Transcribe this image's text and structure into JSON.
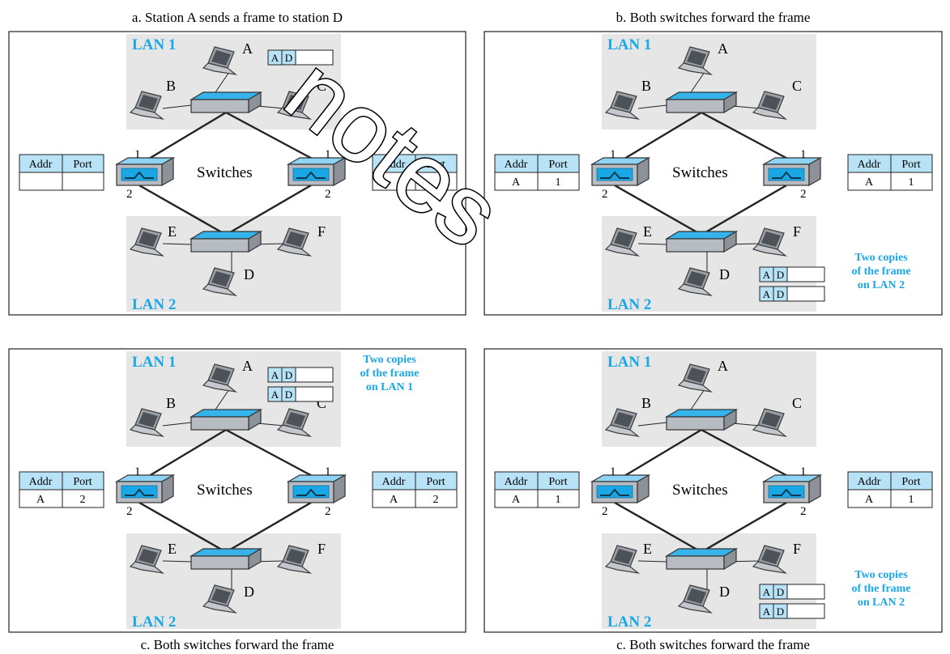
{
  "colors": {
    "lan_background": "#e6e6e6",
    "accent_blue": "#1aa7e6",
    "table_header": "#b8e3f7",
    "switch_body": "#b7bcc2",
    "switch_top": "#35b3ea",
    "panel_border": "#222222"
  },
  "watermark_text": "notes",
  "table_headers": {
    "addr": "Addr",
    "port": "Port"
  },
  "switches_label": "Switches",
  "frame_fields": {
    "src": "A",
    "dst": "D"
  },
  "panels": [
    {
      "id": "a",
      "title": "a. Station A sends a frame to station D",
      "caption": "",
      "lan1_label": "LAN 1",
      "lan2_label": "LAN 2",
      "stations": {
        "A": "A",
        "B": "B",
        "C": "C",
        "D": "D",
        "E": "E",
        "F": "F"
      },
      "left_switch_ports": {
        "upper": "1",
        "lower": "2"
      },
      "right_switch_ports": {
        "upper": "1",
        "lower": "2"
      },
      "left_table": {
        "addr": "",
        "port": ""
      },
      "right_table": {
        "addr": "",
        "port": ""
      },
      "frames_on": "lan1",
      "frame_count": 1,
      "note_lines": []
    },
    {
      "id": "b",
      "title": "b. Both switches forward the frame",
      "caption": "",
      "lan1_label": "LAN 1",
      "lan2_label": "LAN 2",
      "stations": {
        "A": "A",
        "B": "B",
        "C": "C",
        "D": "D",
        "E": "E",
        "F": "F"
      },
      "left_switch_ports": {
        "upper": "1",
        "lower": "2"
      },
      "right_switch_ports": {
        "upper": "1",
        "lower": "2"
      },
      "left_table": {
        "addr": "A",
        "port": "1"
      },
      "right_table": {
        "addr": "A",
        "port": "1"
      },
      "frames_on": "lan2",
      "frame_count": 2,
      "note_lines": [
        "Two copies",
        "of the frame",
        "on LAN 2"
      ]
    },
    {
      "id": "c",
      "title": "",
      "caption": "c. Both switches forward the frame",
      "lan1_label": "LAN 1",
      "lan2_label": "LAN 2",
      "stations": {
        "A": "A",
        "B": "B",
        "C": "C",
        "D": "D",
        "E": "E",
        "F": "F"
      },
      "left_switch_ports": {
        "upper": "1",
        "lower": "2"
      },
      "right_switch_ports": {
        "upper": "1",
        "lower": "2"
      },
      "left_table": {
        "addr": "A",
        "port": "2"
      },
      "right_table": {
        "addr": "A",
        "port": "2"
      },
      "frames_on": "lan1",
      "frame_count": 2,
      "note_lines": [
        "Two copies",
        "of the frame",
        "on LAN 1"
      ]
    },
    {
      "id": "d",
      "title": "",
      "caption": "c. Both switches forward the frame",
      "lan1_label": "LAN 1",
      "lan2_label": "LAN 2",
      "stations": {
        "A": "A",
        "B": "B",
        "C": "C",
        "D": "D",
        "E": "E",
        "F": "F"
      },
      "left_switch_ports": {
        "upper": "1",
        "lower": "2"
      },
      "right_switch_ports": {
        "upper": "1",
        "lower": "2"
      },
      "left_table": {
        "addr": "A",
        "port": "1"
      },
      "right_table": {
        "addr": "A",
        "port": "1"
      },
      "frames_on": "lan2",
      "frame_count": 2,
      "note_lines": [
        "Two copies",
        "of the frame",
        "on LAN 2"
      ]
    }
  ]
}
